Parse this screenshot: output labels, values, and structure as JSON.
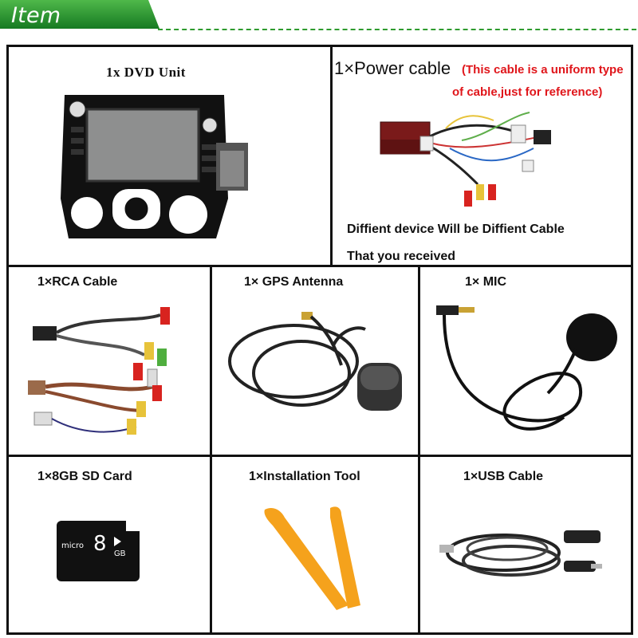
{
  "header": {
    "title": "Item Includes:"
  },
  "items": {
    "dvd": "1x DVD Unit",
    "power_cable": "1×Power cable",
    "power_note_1": "(This cable is a uniform type",
    "power_note_2": "of cable,just for reference)",
    "power_caption_1": "Diffient device Will be Diffient Cable",
    "power_caption_2": "That you received",
    "rca": "1×RCA Cable",
    "gps": "1× GPS Antenna",
    "mic": "1× MIC",
    "sd": "1×8GB SD Card",
    "tool": "1×Installation Tool",
    "usb": "1×USB Cable"
  },
  "sd_card": {
    "brand": "micro",
    "capacity_value": "8",
    "capacity_unit": "GB"
  },
  "colors": {
    "banner": "#1f8a2a",
    "dash": "#2f9b2f",
    "note": "#e0161b",
    "tool": "#f5a21c"
  }
}
